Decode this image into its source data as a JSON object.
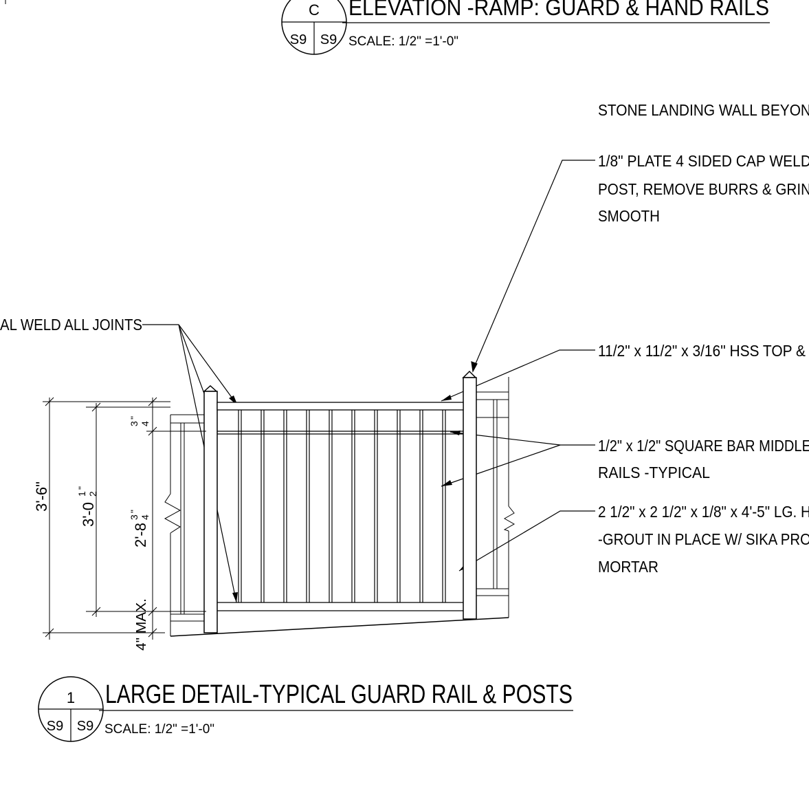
{
  "top_title": {
    "bubble_top": "C",
    "bubble_left": "S9",
    "bubble_right": "S9",
    "title": "ELEVATION -RAMP: GUARD & HAND RAILS",
    "scale": "SCALE: 1/2\" =1'-0\""
  },
  "bottom_title": {
    "bubble_top": "1",
    "bubble_left": "S9",
    "bubble_right": "S9",
    "title": "LARGE DETAIL-TYPICAL GUARD RAIL & POSTS",
    "scale": "SCALE: 1/2\" =1'-0\""
  },
  "notes": {
    "stone_wall": "STONE LANDING WALL BEYON",
    "cap_line1": "1/8\" PLATE 4 SIDED CAP WELD",
    "cap_line2": "POST, REMOVE BURRS & GRIN",
    "cap_line3": "SMOOTH",
    "weld": "AL WELD ALL JOINTS",
    "hss": "11/2\" x 11/2\" x 3/16\" HSS TOP &",
    "bar_line1": "1/2\" x 1/2\" SQUARE BAR MIDDLE",
    "bar_line2": "RAILS  -TYPICAL",
    "post_line1": "2 1/2\" x 2 1/2\" x 1/8\" x 4'-5\" LG. H",
    "post_line2": "-GROUT IN PLACE W/ SIKA PRO",
    "post_line3": "MORTAR"
  },
  "dims": {
    "overall": "3'-6\"",
    "mid_whole": "3'-0",
    "mid_num": "1",
    "mid_den": "2",
    "mid_inch": "\"",
    "inner_whole": "2'-8",
    "inner_num": "3",
    "inner_den": "4",
    "inner_inch": "\"",
    "top_num": "3",
    "top_den": "4",
    "top_inch": "\"",
    "bottom": "4\" MAX."
  }
}
